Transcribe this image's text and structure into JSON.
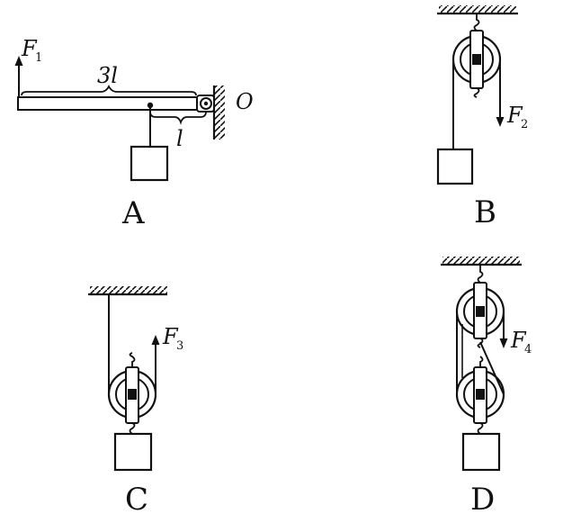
{
  "panels": {
    "A": {
      "label": "A",
      "force": "F",
      "force_sub": "1",
      "long_arm": "3l",
      "short_arm": "l",
      "pivot": "O"
    },
    "B": {
      "label": "B",
      "force": "F",
      "force_sub": "2"
    },
    "C": {
      "label": "C",
      "force": "F",
      "force_sub": "3"
    },
    "D": {
      "label": "D",
      "force": "F",
      "force_sub": "4"
    }
  }
}
